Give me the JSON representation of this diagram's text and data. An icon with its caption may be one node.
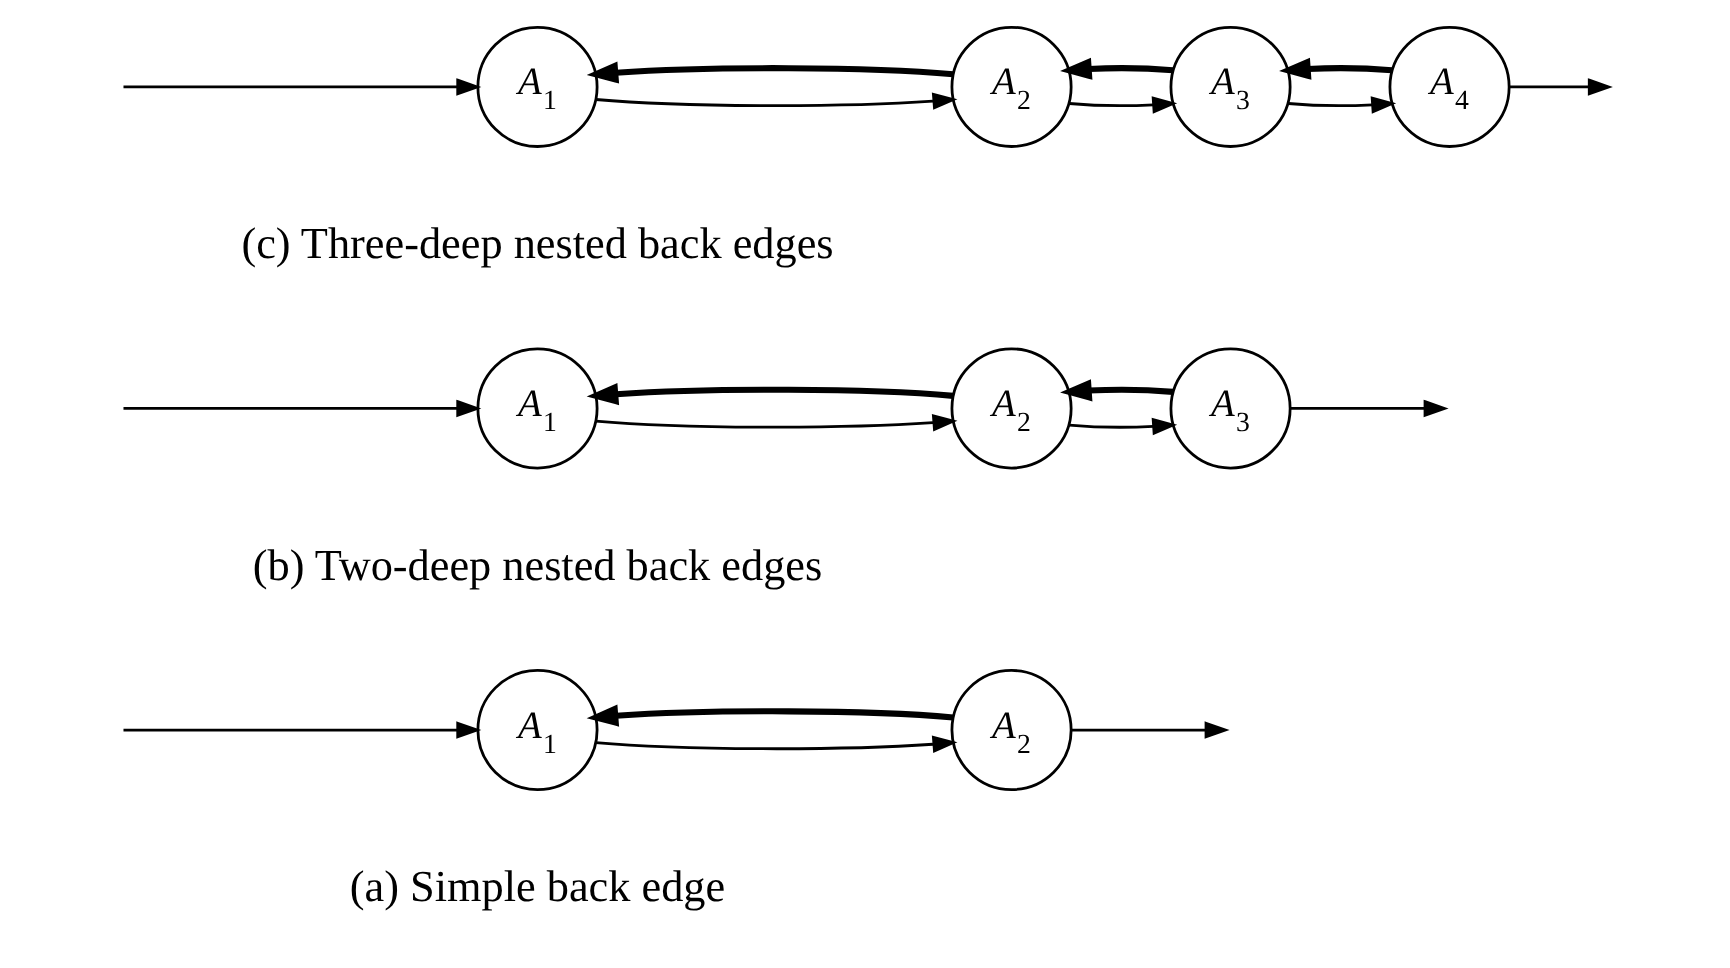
{
  "diagram": {
    "nodes": [
      {
        "text": [
          "A$_{1}$"
        ]
      },
      {
        "text": [
          "A$_{2}$"
        ]
      },
      {
        "text": [
          "A$_{1}$"
        ]
      },
      {
        "text": [
          "A$_{2}$"
        ]
      },
      {
        "text": [
          "A$_{3}$"
        ]
      },
      {
        "text": [
          "A$_{1}$"
        ]
      },
      {
        "text": [
          "A$_{2}$"
        ]
      },
      {
        "text": [
          "A$_{3}$"
        ]
      },
      {
        "text": [
          "A$_{4}$"
        ]
      }
    ],
    "edges": [
      {
        "from": null,
        "to": 0,
        "arrow": "to"
      },
      {
        "from": 0,
        "to": 1,
        "arrow": "to"
      },
      {
        "from": 1,
        "to": 0,
        "arrow": "to",
        "style": "thick"
      },
      {
        "from": 1,
        "to": null,
        "arrow": "to"
      },
      {
        "from": null,
        "to": 2,
        "arrow": "to"
      },
      {
        "from": 2,
        "to": 3,
        "arrow": "to"
      },
      {
        "from": 3,
        "to": 4,
        "arrow": "to"
      },
      {
        "from": 3,
        "to": 2,
        "arrow": "to",
        "style": "thick"
      },
      {
        "from": 4,
        "to": 3,
        "arrow": "to",
        "style": "thick"
      },
      {
        "from": 4,
        "to": null,
        "arrow": "to"
      },
      {
        "from": null,
        "to": 5,
        "arrow": "to"
      },
      {
        "from": 5,
        "to": 6,
        "arrow": "to"
      },
      {
        "from": 6,
        "to": 7,
        "arrow": "to"
      },
      {
        "from": 7,
        "to": 8,
        "arrow": "to"
      },
      {
        "from": 6,
        "to": 5,
        "arrow": "to",
        "style": "thick"
      },
      {
        "from": 7,
        "to": 6,
        "arrow": "to",
        "style": "thick"
      },
      {
        "from": 8,
        "to": 7,
        "arrow": "to",
        "style": "thick"
      },
      {
        "from": 8,
        "to": null,
        "arrow": "to"
      }
    ],
    "labels": [
      "(a) Simple back edge",
      "(b) Two-deep nested back edges",
      "(c) Three-deep nested back edges"
    ]
  }
}
